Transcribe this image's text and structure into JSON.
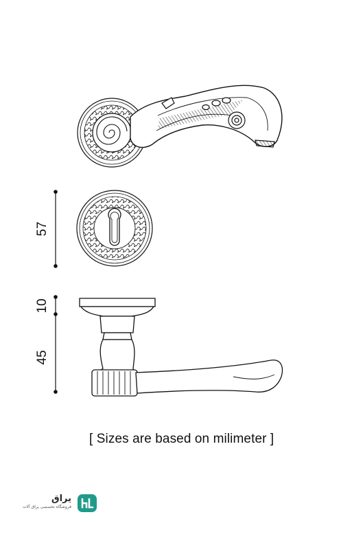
{
  "dimensions": {
    "rose_height": "57",
    "rose_depth": "10",
    "handle_depth": "45"
  },
  "note": "[ Sizes are based on milimeter ]",
  "logo": {
    "name": "یراق",
    "tagline": "فروشگاه تخصصی یراق آلات",
    "accent_color": "#1f9b8a"
  },
  "colors": {
    "line": "#111111",
    "background": "#ffffff"
  }
}
